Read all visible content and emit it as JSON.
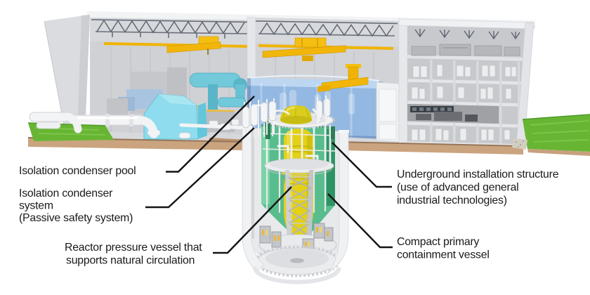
{
  "figure": {
    "labels": {
      "isolation_condenser_pool": {
        "lines": [
          "Isolation condenser pool"
        ]
      },
      "isolation_condenser_system": {
        "lines": [
          "Isolation condenser",
          "system",
          "(Passive safety system)"
        ]
      },
      "reactor_pressure_vessel": {
        "lines": [
          "Reactor pressure vessel that",
          "supports natural circulation"
        ]
      },
      "underground_structure": {
        "lines": [
          "Underground installation structure",
          "(use of advanced general",
          "industrial technologies)"
        ]
      },
      "containment_vessel": {
        "lines": [
          "Compact primary",
          "containment vessel"
        ]
      }
    },
    "colors": {
      "crane_yellow": "#f2b60a",
      "pool_blue": "#8fb6e3",
      "vessel_yellow": "#e2d117",
      "containment_green": "#58bd8c",
      "turbine_cyan": "#8edcee",
      "grass_green": "#68b534",
      "earth_brown": "#caa47f",
      "structure_gray": "#d0d1d5",
      "label_text": "#1a1a1a",
      "leader_line": "#141414"
    }
  }
}
